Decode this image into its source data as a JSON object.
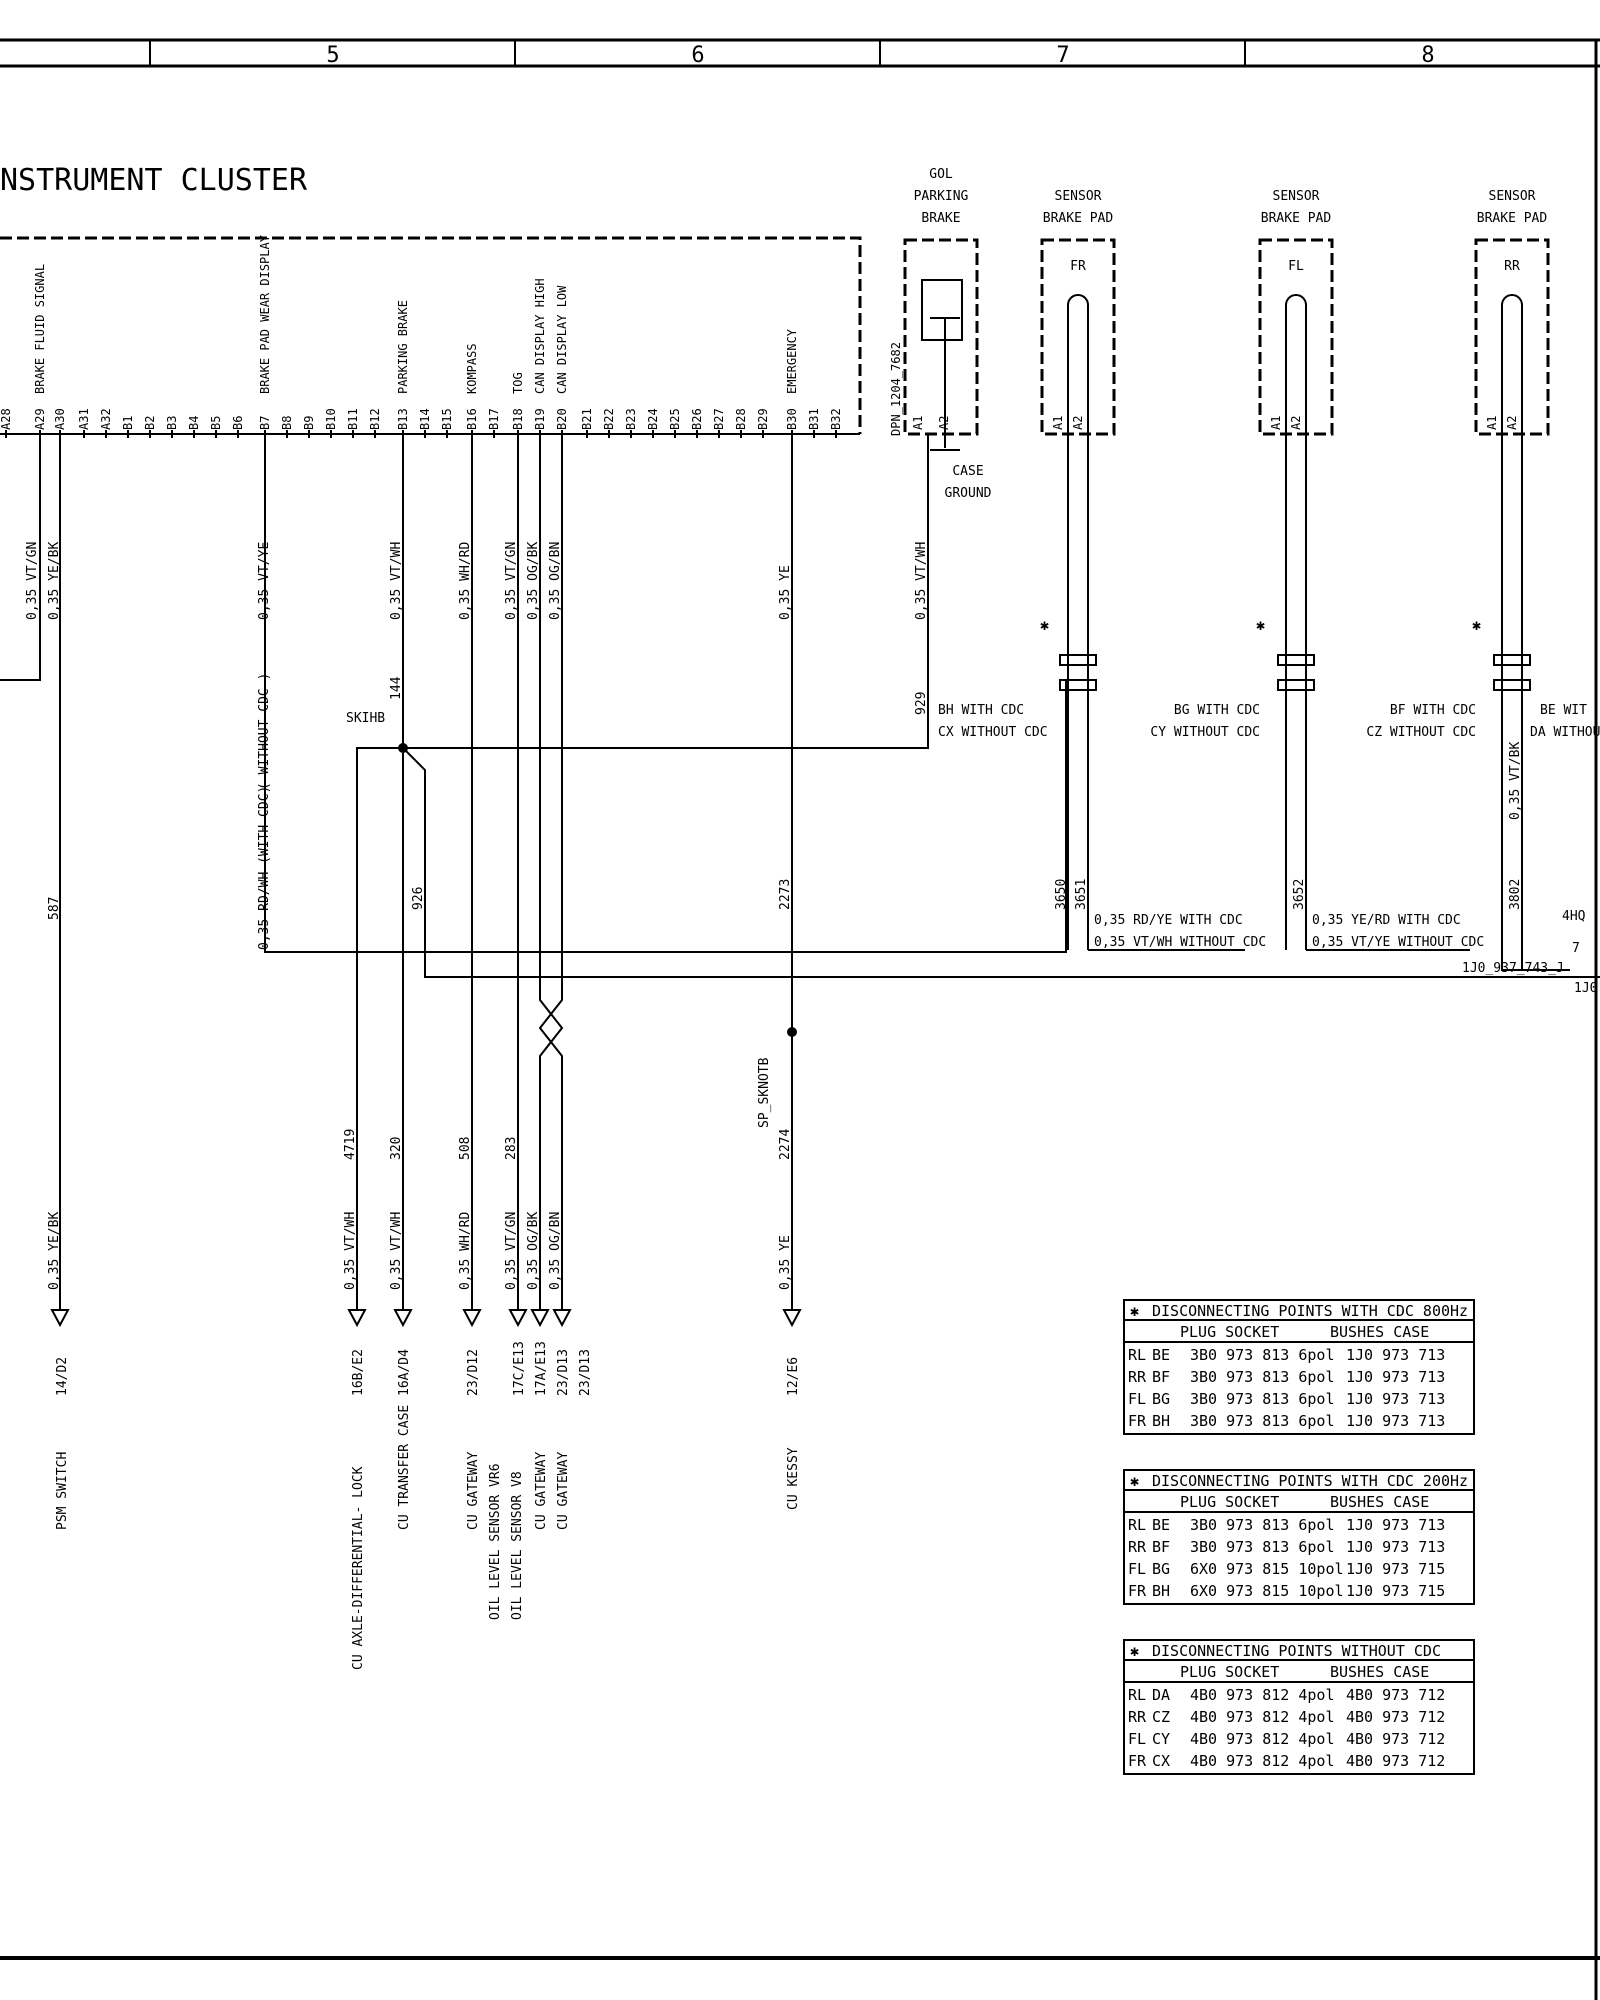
{
  "header": {
    "columns": [
      "5",
      "6",
      "7",
      "8"
    ]
  },
  "title": "NSTRUMENT CLUSTER",
  "cluster_pins": [
    {
      "label": "A28",
      "signal": ""
    },
    {
      "label": "A29",
      "signal": "BRAKE FLUID SIGNAL"
    },
    {
      "label": "A30",
      "signal": ""
    },
    {
      "label": "A31",
      "signal": ""
    },
    {
      "label": "A32",
      "signal": ""
    },
    {
      "label": "B1",
      "signal": ""
    },
    {
      "label": "B2",
      "signal": ""
    },
    {
      "label": "B3",
      "signal": ""
    },
    {
      "label": "B4",
      "signal": ""
    },
    {
      "label": "B5",
      "signal": ""
    },
    {
      "label": "B6",
      "signal": ""
    },
    {
      "label": "B7",
      "signal": "BRAKE PAD WEAR DISPLAY"
    },
    {
      "label": "B8",
      "signal": ""
    },
    {
      "label": "B9",
      "signal": ""
    },
    {
      "label": "B10",
      "signal": ""
    },
    {
      "label": "B11",
      "signal": ""
    },
    {
      "label": "B12",
      "signal": ""
    },
    {
      "label": "B13",
      "signal": "PARKING BRAKE"
    },
    {
      "label": "B14",
      "signal": ""
    },
    {
      "label": "B15",
      "signal": ""
    },
    {
      "label": "B16",
      "signal": "KOMPASS"
    },
    {
      "label": "B17",
      "signal": ""
    },
    {
      "label": "B18",
      "signal": "TOG"
    },
    {
      "label": "B19",
      "signal": "CAN DISPLAY HIGH"
    },
    {
      "label": "B20",
      "signal": "CAN DISPLAY LOW"
    },
    {
      "label": "B21",
      "signal": ""
    },
    {
      "label": "B22",
      "signal": ""
    },
    {
      "label": "B23",
      "signal": ""
    },
    {
      "label": "B24",
      "signal": ""
    },
    {
      "label": "B25",
      "signal": ""
    },
    {
      "label": "B26",
      "signal": ""
    },
    {
      "label": "B27",
      "signal": ""
    },
    {
      "label": "B28",
      "signal": ""
    },
    {
      "label": "B29",
      "signal": ""
    },
    {
      "label": "B30",
      "signal": "EMERGENCY"
    },
    {
      "label": "B31",
      "signal": ""
    },
    {
      "label": "B32",
      "signal": ""
    }
  ],
  "components": {
    "parking_brake": {
      "title_lines": [
        "GOL",
        "PARKING",
        "BRAKE"
      ],
      "part": "DPN_1204_7682",
      "pins": [
        "A1",
        "A2"
      ],
      "ground": [
        "CASE",
        "GROUND"
      ]
    },
    "sensor_fr": {
      "title_lines": [
        "SENSOR",
        "BRAKE PAD"
      ],
      "pos": "FR",
      "pins": [
        "A1",
        "A2"
      ]
    },
    "sensor_fl": {
      "title_lines": [
        "SENSOR",
        "BRAKE PAD"
      ],
      "pos": "FL",
      "pins": [
        "A1",
        "A2"
      ]
    },
    "sensor_rr": {
      "title_lines": [
        "SENSOR",
        "BRAKE PAD"
      ],
      "pos": "RR",
      "pins": [
        "A1",
        "A2"
      ]
    }
  },
  "wires": {
    "upper": [
      "0,35 VT/GN",
      "0,35 YE/BK",
      "0,35 VT/YE",
      "( WITHOUT CDC )",
      "0,35 VT/WH",
      "0,35 WH/RD",
      "0,35 VT/GN",
      "0,35 OG/BK",
      "0,35 OG/BN",
      "0,35 YE",
      "0,35 VT/WH"
    ],
    "mid": {
      "w587": "587",
      "w144": "144",
      "w926": "926",
      "w929": "929",
      "w2273": "2273",
      "b7_lower": "0,35 RD/WH (WITH CDC)",
      "w3650": "3650",
      "w3651": "3651",
      "w3652": "3652",
      "w3802": "3802",
      "rr_vtbk": "0,35 VT/BK",
      "splice_skihb": "SKIHB",
      "splice_skotb": "SP_SKNOTB",
      "w2274": "2274"
    },
    "cdc_notes": {
      "fr": [
        "BH WITH  CDC",
        "CX WITHOUT CDC"
      ],
      "fl": [
        "BG WITH CDC",
        "CY WITHOUT CDC"
      ],
      "rr": [
        "BF WITH CDC",
        "CZ WITHOUT CDC"
      ],
      "rl": [
        "BE WIT",
        "DA WITHOU"
      ]
    },
    "ground_notes": {
      "fr": [
        "0,35 RD/YE WITH    CDC",
        "0,35 VT/WH WITHOUT CDC"
      ],
      "fl": [
        "0,35 YE/RD WITH    CDC",
        "0,35 VT/YE WITHOUT CDC"
      ],
      "conn": "1J0_937_743_J",
      "conn2": "1J0",
      "hq": "4HQ",
      "pin7": "7"
    },
    "lower_ids": [
      "4719",
      "320",
      "508",
      "283"
    ],
    "lower_colors": [
      "0,35 YE/BK",
      "0,35 VT/WH",
      "0,35 VT/WH",
      "0,35 WH/RD",
      "0,35 VT/GN",
      "0,35 OG/BK",
      "0,35 OG/BN",
      "0,35 YE"
    ],
    "refs": [
      "14/D2",
      "16B/E2",
      "16A/D4",
      "23/D12",
      "17C/E13",
      "17A/E13",
      "23/D13",
      "23/D13",
      "12/E6"
    ],
    "dest": [
      "PSM  SWITCH",
      "CU  AXLE-DIFFERENTIAL- LOCK",
      "CU  TRANSFER  CASE",
      "CU  GATEWAY",
      "OIL LEVEL SENSOR  VR6",
      "OIL LEVEL SENSOR   V8",
      "CU  GATEWAY",
      "CU  GATEWAY",
      "CU  KESSY"
    ]
  },
  "tables": [
    {
      "title": "DISCONNECTING POINTS WITH CDC 800Hz",
      "star": "✱",
      "head": [
        "PLUG SOCKET",
        "BUSHES CASE"
      ],
      "rows": [
        [
          "RL",
          "BE",
          "3B0 973 813  6pol",
          "1J0 973 713"
        ],
        [
          "RR",
          "BF",
          "3B0 973 813  6pol",
          "1J0 973 713"
        ],
        [
          "FL",
          "BG",
          "3B0 973 813  6pol",
          "1J0 973 713"
        ],
        [
          "FR",
          "BH",
          "3B0 973 813  6pol",
          "1J0 973 713"
        ]
      ]
    },
    {
      "title": "DISCONNECTING POINTS WITH CDC 200Hz",
      "star": "✱",
      "head": [
        "PLUG SOCKET",
        "BUSHES CASE"
      ],
      "rows": [
        [
          "RL",
          "BE",
          "3B0 973 813  6pol",
          "1J0 973 713"
        ],
        [
          "RR",
          "BF",
          "3B0 973 813  6pol",
          "1J0 973 713"
        ],
        [
          "FL",
          "BG",
          "6X0 973 815 10pol",
          "1J0 973 715"
        ],
        [
          "FR",
          "BH",
          "6X0 973 815 10pol",
          "1J0 973 715"
        ]
      ]
    },
    {
      "title": "DISCONNECTING POINTS WITHOUT CDC",
      "star": "✱",
      "head": [
        "PLUG SOCKET",
        "BUSHES CASE"
      ],
      "rows": [
        [
          "RL",
          "DA",
          "4B0 973 812  4pol",
          "4B0 973 712"
        ],
        [
          "RR",
          "CZ",
          "4B0 973 812  4pol",
          "4B0 973 712"
        ],
        [
          "FL",
          "CY",
          "4B0 973 812  4pol",
          "4B0 973 712"
        ],
        [
          "FR",
          "CX",
          "4B0 973 812  4pol",
          "4B0 973 712"
        ]
      ]
    }
  ]
}
